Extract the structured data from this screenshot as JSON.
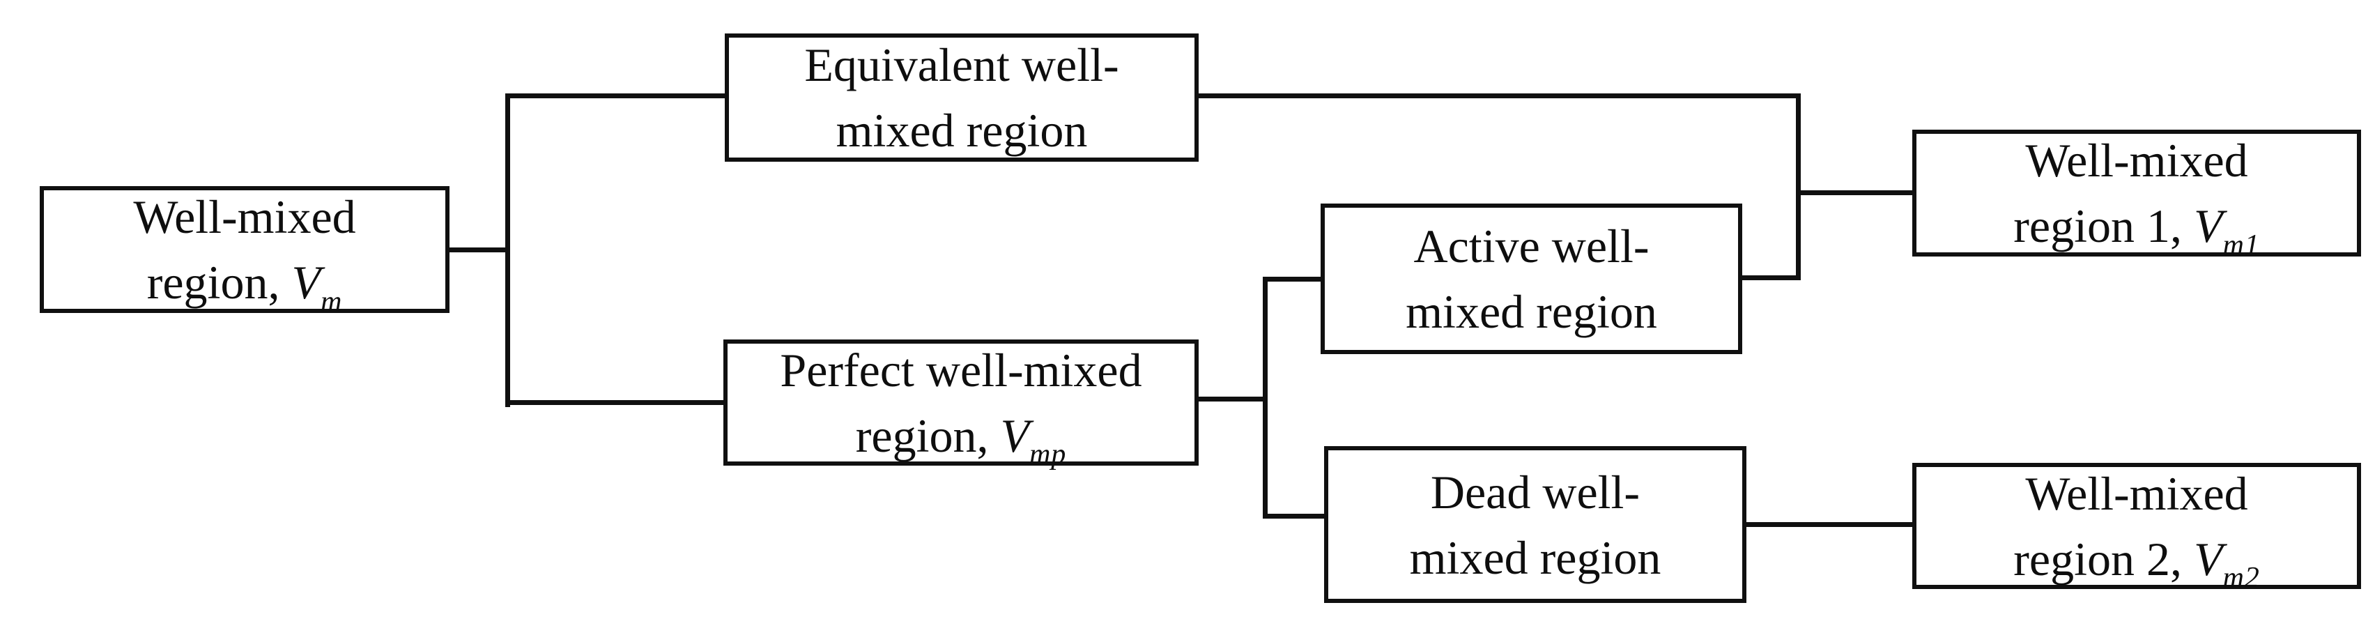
{
  "figure": {
    "type": "block-diagram",
    "background_color": "#ffffff",
    "line_color": "#101010",
    "text_color": "#0e0e0e",
    "nodes": [
      {
        "id": "root",
        "line1": "Well-mixed",
        "line2": "region, ",
        "var": "V",
        "sub": "m"
      },
      {
        "id": "equivalent",
        "line1": "Equivalent well-",
        "line2": "mixed region",
        "var": "",
        "sub": ""
      },
      {
        "id": "perfect",
        "line1": "Perfect well-mixed",
        "line2": "region, ",
        "var": "V",
        "sub": "mp"
      },
      {
        "id": "active",
        "line1": "Active well-",
        "line2": "mixed region",
        "var": "",
        "sub": ""
      },
      {
        "id": "dead",
        "line1": "Dead well-",
        "line2": "mixed region",
        "var": "",
        "sub": ""
      },
      {
        "id": "vm1",
        "line1": "Well-mixed",
        "line2": "region 1, ",
        "var": "V",
        "sub": "m1"
      },
      {
        "id": "vm2",
        "line1": "Well-mixed",
        "line2": "region 2, ",
        "var": "V",
        "sub": "m2"
      }
    ],
    "edges": [
      {
        "from": "root",
        "to": "equivalent"
      },
      {
        "from": "root",
        "to": "perfect"
      },
      {
        "from": "perfect",
        "to": "active"
      },
      {
        "from": "perfect",
        "to": "dead"
      },
      {
        "from": "equivalent",
        "to": "vm1"
      },
      {
        "from": "active",
        "to": "vm1"
      },
      {
        "from": "dead",
        "to": "vm2"
      }
    ]
  }
}
